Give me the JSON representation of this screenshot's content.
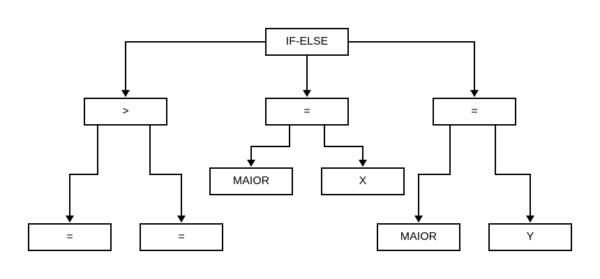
{
  "nodes": {
    "root": "IF-ELSE",
    "gt": ">",
    "eq_mid": "=",
    "eq_right": "=",
    "eq_left_left": "=",
    "eq_left_right": "=",
    "maior_mid": "MAIOR",
    "x": "X",
    "maior_right": "MAIOR",
    "y": "Y"
  }
}
